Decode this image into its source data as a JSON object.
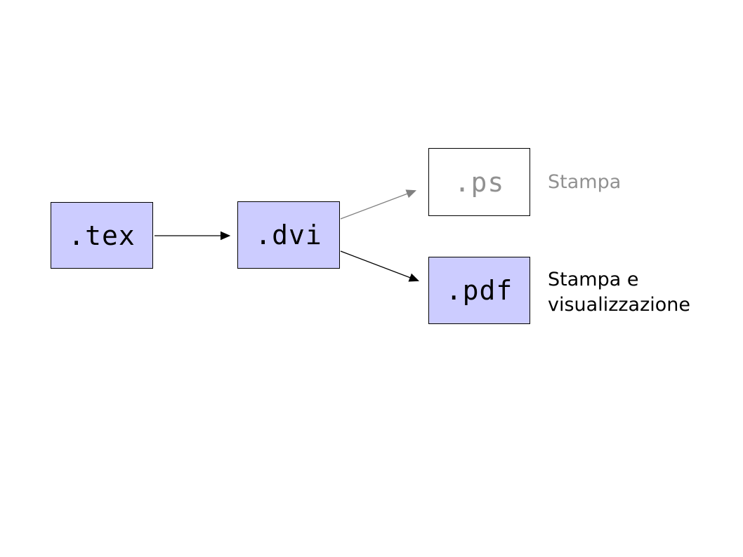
{
  "colors": {
    "node_fill": "#ccccff",
    "node_border": "#000000",
    "text": "#000000",
    "muted_text": "#919191",
    "arrow_black": "#000000",
    "arrow_gray": "#808080"
  },
  "diagram": {
    "title": "",
    "nodes": {
      "tex": {
        "label": ".tex"
      },
      "dvi": {
        "label": ".dvi"
      },
      "ps": {
        "label": ".ps"
      },
      "pdf": {
        "label": ".pdf"
      }
    },
    "annotations": {
      "ps_note": "Stampa",
      "pdf_note": "Stampa e visualizzazione"
    },
    "edges": [
      {
        "from": "tex",
        "to": "dvi",
        "color": "black"
      },
      {
        "from": "dvi",
        "to": "ps",
        "color": "gray"
      },
      {
        "from": "dvi",
        "to": "pdf",
        "color": "black"
      }
    ]
  }
}
